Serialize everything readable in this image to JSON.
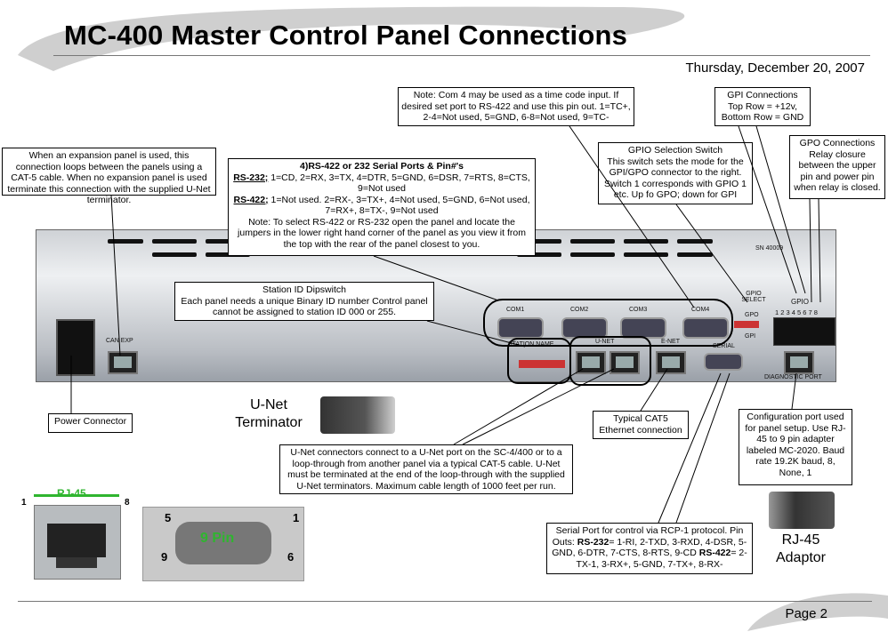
{
  "header": {
    "title": "MC-400 Master Control Panel Connections",
    "date": "Thursday, December 20, 2007"
  },
  "footer": {
    "page": "Page 2"
  },
  "panel_labels": {
    "can_exp": "CAN EXP",
    "com1": "COM1",
    "com2": "COM2",
    "com3": "COM3",
    "com4": "COM4",
    "gpio_select": "GPIO SELECT",
    "gpo_small": "GPO",
    "gpi_small": "GPI",
    "gpio": "GPIO",
    "gpio_numbers": "1 2 3 4 5 6 7 8",
    "station_name": "STATION NAME",
    "unet": "U-NET",
    "enet": "E-NET",
    "serial": "SERIAL",
    "diag": "DIAGNOSTIC PORT",
    "serial_no": "SN 40009"
  },
  "callouts": {
    "expansion": "When an expansion panel is used, this connection loops between the panels using a CAT-5 cable. When no expansion panel is used terminate this connection with the supplied U-Net terminator.",
    "serial_title": "4)RS-422 or 232 Serial Ports & Pin#'s",
    "rs232_label": "RS-232;",
    "rs232_text": " 1=CD, 2=RX, 3=TX, 4=DTR, 5=GND, 6=DSR, 7=RTS, 8=CTS, 9=Not used",
    "rs422_label": "RS-422;",
    "rs422_text": " 1=Not used. 2=RX-, 3=TX+, 4=Not used, 5=GND, 6=Not used, 7=RX+, 8=TX-, 9=Not used",
    "serial_note": "Note: To select RS-422 or RS-232 open the panel and locate the jumpers in the lower right hand corner of the panel as you view it from the top with the rear of the panel closest to you.",
    "com4_note": "Note: Com 4 may be used as a time code input. If desired set port to RS-422 and use this pin out. 1=TC+, 2-4=Not used, 5=GND, 6-8=Not used, 9=TC-",
    "gpio_switch_title": "GPIO Selection Switch",
    "gpio_switch_text": "This switch sets the mode for the GPI/GPO connector to the right. Switch 1 corresponds with GPIO 1 etc. Up fo GPO; down for GPI",
    "gpi_conn_title": "GPI Connections",
    "gpi_conn_text": "Top Row = +12v, Bottom Row = GND",
    "gpo_conn_title": "GPO Connections",
    "gpo_conn_text": "Relay closure between the upper pin and power pin when relay is closed.",
    "station_id_title": "Station ID Dipswitch",
    "station_id_text": "Each panel needs a unique Binary ID number Control panel cannot be assigned to station ID 000 or 255.",
    "power": "Power Connector",
    "unet_term": "U-Net Terminator",
    "cat5": "Typical CAT5 Ethernet connection",
    "config": "Configuration port used for panel setup. Use RJ-45 to 9 pin adapter labeled MC-2020. Baud rate 19.2K baud, 8, None, 1",
    "unet_conn": "U-Net connectors connect to a U-Net port on the SC-4/400 or to a loop-through from another panel via a typical CAT-5 cable. U-Net must be terminated at the end of the loop-through with the supplied U-Net terminators. Maximum cable length of 1000 feet per run.",
    "serial_rcp_a": "Serial Port for control via RCP-1 protocol. Pin Outs: ",
    "serial_rcp_232": "RS-232",
    "serial_rcp_b": "= 1-RI, 2-TXD, 3-RXD, 4-DSR, 5-GND, 6-DTR, 7-CTS, 8-RTS, 9-CD ",
    "serial_rcp_422": "RS-422",
    "serial_rcp_c": "= 2-TX-1, 3-RX+, 5-GND, 7-TX+, 8-RX-",
    "rj45_adaptor": "RJ-45 Adaptor"
  },
  "pinouts": {
    "rj45_title": "RJ-45",
    "rj45_pin_left": "1",
    "rj45_pin_right": "8",
    "db9_title": "9 Pin",
    "db9_tl": "5",
    "db9_tr": "1",
    "db9_bl": "9",
    "db9_br": "6"
  },
  "colors": {
    "callout_green": "#2fb52f",
    "title_swoosh": "#c8c8c8"
  }
}
